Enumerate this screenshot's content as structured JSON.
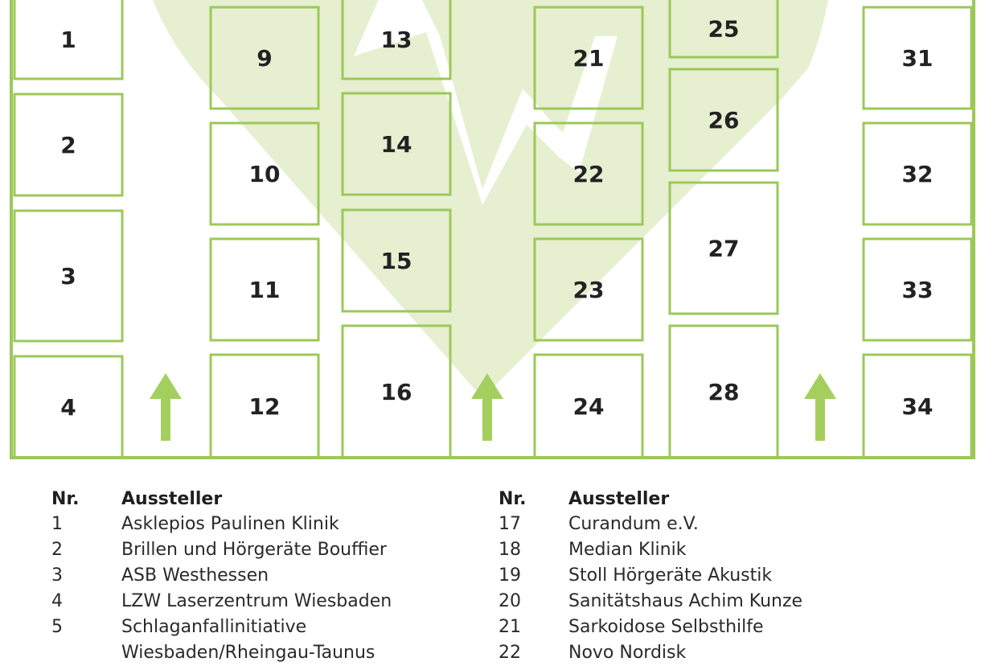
{
  "colors": {
    "accent": "#9cc859",
    "arrow": "#a4cf5e",
    "logo": "#e6efd0",
    "booth_fill_tinted": "#e9f1d7"
  },
  "floorplan": {
    "booths": [
      "1",
      "2",
      "3",
      "4",
      "9",
      "10",
      "11",
      "12",
      "13",
      "14",
      "15",
      "16",
      "21",
      "22",
      "23",
      "24",
      "25",
      "26",
      "27",
      "28",
      "31",
      "32",
      "33",
      "34"
    ],
    "arrow_count": 3
  },
  "legend": {
    "left": {
      "header_nr": "Nr.",
      "header_name": "Aussteller",
      "rows": [
        {
          "nr": "1",
          "name": "Asklepios Paulinen Klinik"
        },
        {
          "nr": "2",
          "name": "Brillen und Hörgeräte Bouffier"
        },
        {
          "nr": "3",
          "name": "ASB Westhessen"
        },
        {
          "nr": "4",
          "name": "LZW Laserzentrum Wiesbaden"
        },
        {
          "nr": "5",
          "name": "Schlaganfallinitiative"
        },
        {
          "nr": "",
          "name": "Wiesbaden/Rheingau-Taunus"
        }
      ]
    },
    "right": {
      "header_nr": "Nr.",
      "header_name": "Aussteller",
      "rows": [
        {
          "nr": "17",
          "name": "Curandum e.V."
        },
        {
          "nr": "18",
          "name": "Median Klinik"
        },
        {
          "nr": "19",
          "name": "Stoll Hörgeräte Akustik"
        },
        {
          "nr": "20",
          "name": "Sanitätshaus Achim Kunze"
        },
        {
          "nr": "21",
          "name": "Sarkoidose Selbsthilfe"
        },
        {
          "nr": "22",
          "name": "Novo Nordisk"
        }
      ]
    }
  }
}
